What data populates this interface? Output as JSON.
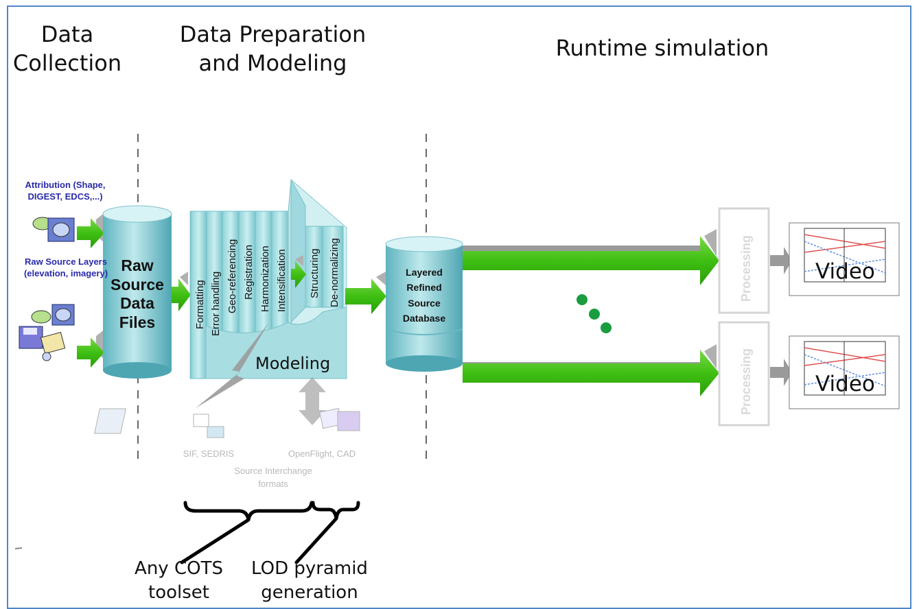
{
  "headers": {
    "data_collection": "Data Collection",
    "data_preparation": "Data Preparation and Modeling",
    "runtime": "Runtime simulation"
  },
  "inputs": {
    "attribution": "Attribution (Shape, DIGEST, EDCS,...)",
    "raw_layers": "Raw Source Layers (elevation, imagery)"
  },
  "raw_source": "Raw Source Data Files",
  "pipeline_steps": [
    "Formatting",
    "Error handling",
    "Geo-referencing",
    "Registration",
    "Harmonization",
    "Intensification"
  ],
  "lod_steps": [
    "Structuring",
    "De-normalizing"
  ],
  "modeling": "Modeling",
  "database": "Layered Refined Source Database",
  "processing": [
    "Processing",
    "Processing"
  ],
  "outputs": [
    "Video",
    "Video"
  ],
  "formats": {
    "sif": "SIF, SEDRIS",
    "openflight": "OpenFlight, CAD",
    "interchange": "Source Interchange formats"
  },
  "brackets": {
    "cots": "Any COTS toolset",
    "lod": "LOD pyramid generation"
  },
  "colors": {
    "arrow_green": "#4ec21a",
    "cylinder_teal": "#8ccfd6",
    "pipeline_teal": "#a8dfe2",
    "frame_blue": "#4f86c6",
    "dots_green": "#1a9c40"
  }
}
